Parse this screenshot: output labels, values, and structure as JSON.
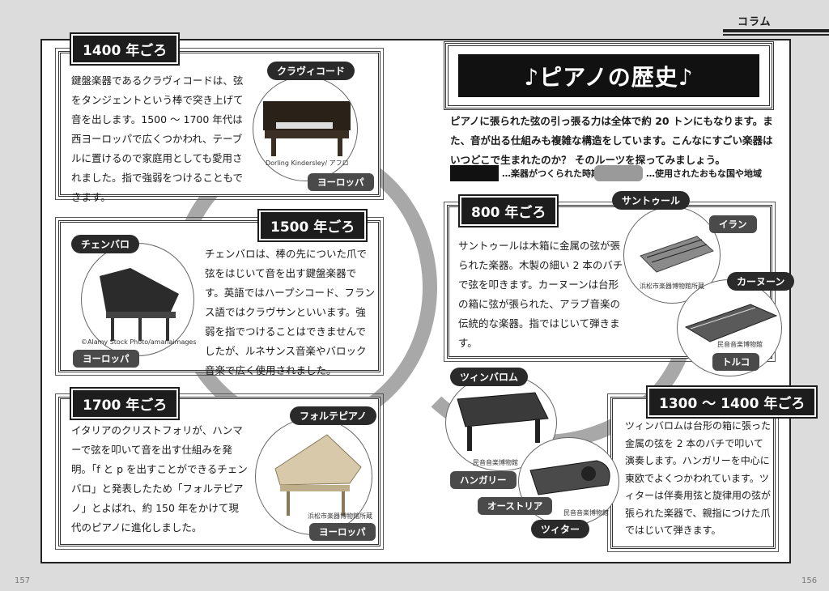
{
  "header": {
    "column_label": "コラム"
  },
  "page_numbers": {
    "left": "157",
    "right": "156"
  },
  "title": "♪ピアノの歴史♪",
  "intro": "ピアノに張られた弦の引っ張る力は全体で約 20 トンにもなります。また、音が出る仕組みも複雑な構造をしています。こんなにすごい楽器はいつどこで生まれたのか？ そのルーツを探ってみましょう。",
  "legend": {
    "era_label": "…楽器がつくられた時期",
    "region_label": "…使用されたおもな国や地域"
  },
  "colors": {
    "era_bg": "#1d1d1d",
    "region_bg": "#9a9a9a",
    "path": "#a8a8a8"
  },
  "sections": {
    "s1400": {
      "era": "1400 年ごろ",
      "text": "鍵盤楽器であるクラヴィコードは、弦をタンジェントという棒で突き上げて音を出します。1500 ～ 1700 年代は西ヨーロッパで広くつかわれ、テーブルに置けるので家庭用としても愛用されました。指で強弱をつけることもできます。",
      "instrument": "クラヴィコード",
      "credit": "Dorling Kindersley/ アフロ",
      "region": "ヨーロッパ"
    },
    "s1500": {
      "era": "1500 年ごろ",
      "text": "チェンバロは、棒の先についた爪で弦をはじいて音を出す鍵盤楽器です。英語ではハープシコード、フランス語ではクラヴサンといいます。強弱を指でつけることはできませんでしたが、ルネサンス音楽やバロック音楽で広く使用されました。",
      "instrument": "チェンバロ",
      "credit": "©Alamy Stock Photo/amanaimages",
      "region": "ヨーロッパ"
    },
    "s1700": {
      "era": "1700 年ごろ",
      "text": "イタリアのクリストフォリが、ハンマーで弦を叩いて音を出す仕組みを発明。「f と p を出すことができるチェンバロ」と発表したため「フォルテピアノ」とよばれ、約 150 年をかけて現代のピアノに進化しました。",
      "instrument": "フォルテピアノ",
      "credit": "浜松市楽器博物館所蔵",
      "region": "ヨーロッパ"
    },
    "s800": {
      "era": "800 年ごろ",
      "text": "サントゥールは木箱に金属の弦が張られた楽器。木製の細い 2 本のバチで弦を叩きます。カーヌーンは台形の箱に弦が張られた、アラブ音楽の伝統的な楽器。指ではじいて弾きます。",
      "instrument1": "サントゥール",
      "region1": "イラン",
      "credit1": "浜松市楽器博物館所蔵",
      "instrument2": "カーヌーン",
      "region2": "トルコ",
      "credit2": "民音音楽博物館"
    },
    "s1300": {
      "era": "1300 ～ 1400 年ごろ",
      "text": "ツィンバロムは台形の箱に張った金属の弦を 2 本のバチで叩いて演奏します。ハンガリーを中心に東欧でよくつかわれています。ツィターは伴奏用弦と旋律用の弦が張られた楽器で、親指につけた爪ではじいて弾きます。",
      "instrument1": "ツィンバロム",
      "region1": "ハンガリー",
      "credit1": "民音音楽博物館",
      "instrument2": "ツィター",
      "region2": "オーストリア",
      "credit2": "民音音楽博物館"
    }
  }
}
